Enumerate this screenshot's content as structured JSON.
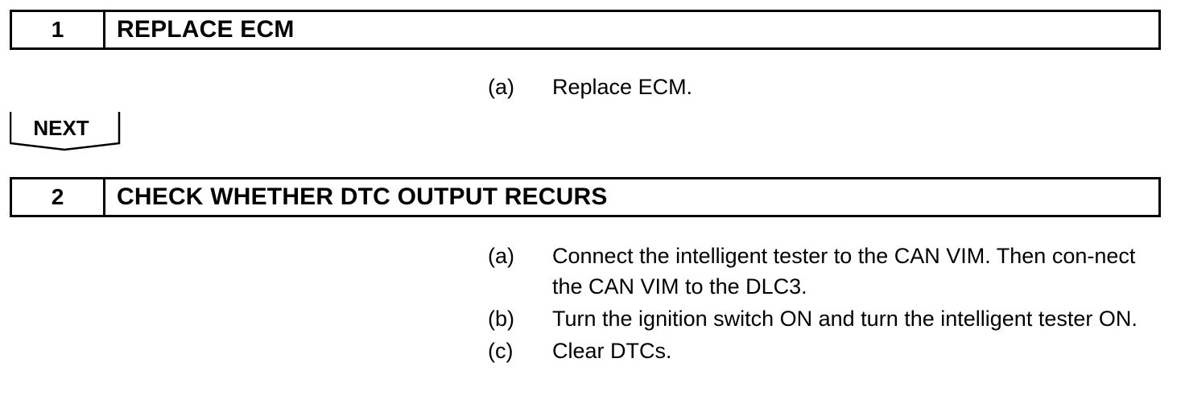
{
  "steps": [
    {
      "number": "1",
      "title": "REPLACE ECM",
      "instructions": [
        {
          "letter": "(a)",
          "text": "Replace ECM."
        }
      ]
    },
    {
      "number": "2",
      "title": "CHECK WHETHER DTC OUTPUT RECURS",
      "instructions": [
        {
          "letter": "(a)",
          "text": "Connect the intelligent tester to the CAN VIM. Then con-nect the CAN VIM to the DLC3."
        },
        {
          "letter": "(b)",
          "text": "Turn the ignition switch ON and turn the intelligent tester ON."
        },
        {
          "letter": "(c)",
          "text": "Clear DTCs."
        }
      ]
    }
  ],
  "next_button": {
    "label": "NEXT"
  }
}
